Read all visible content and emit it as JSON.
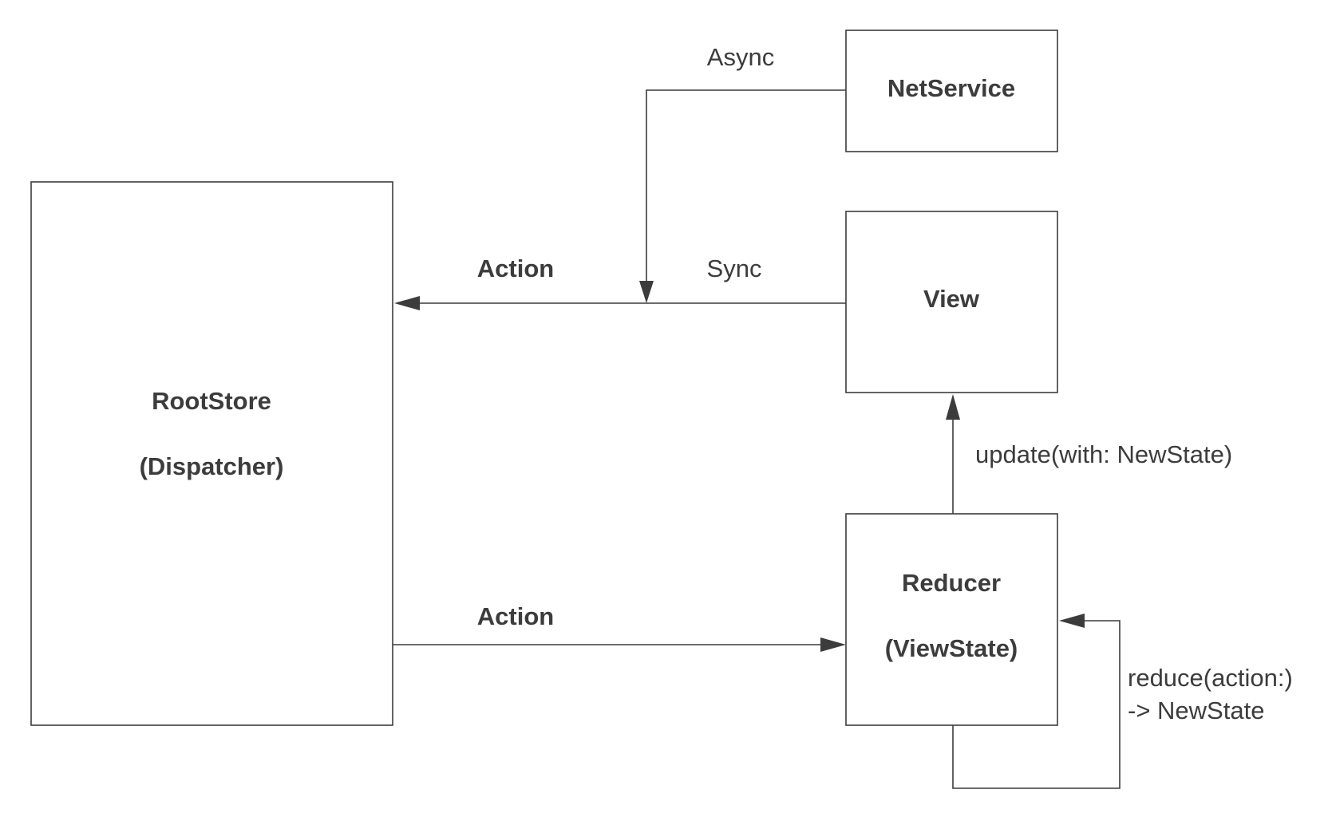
{
  "nodes": {
    "rootstore": {
      "line1": "RootStore",
      "line2": "(Dispatcher)"
    },
    "netservice": {
      "label": "NetService"
    },
    "view": {
      "label": "View"
    },
    "reducer": {
      "line1": "Reducer",
      "line2": "(ViewState)"
    }
  },
  "edges": {
    "async": {
      "label": "Async"
    },
    "sync": {
      "label": "Sync"
    },
    "action_top": {
      "label": "Action"
    },
    "action_bottom": {
      "label": "Action"
    },
    "update": {
      "label": "update(with: NewState)"
    },
    "reduce": {
      "line1": "reduce(action:)",
      "line2": "-> NewState"
    }
  },
  "colors": {
    "stroke": "#3c3c3c",
    "text": "#3c3c3c",
    "background": "#ffffff"
  }
}
